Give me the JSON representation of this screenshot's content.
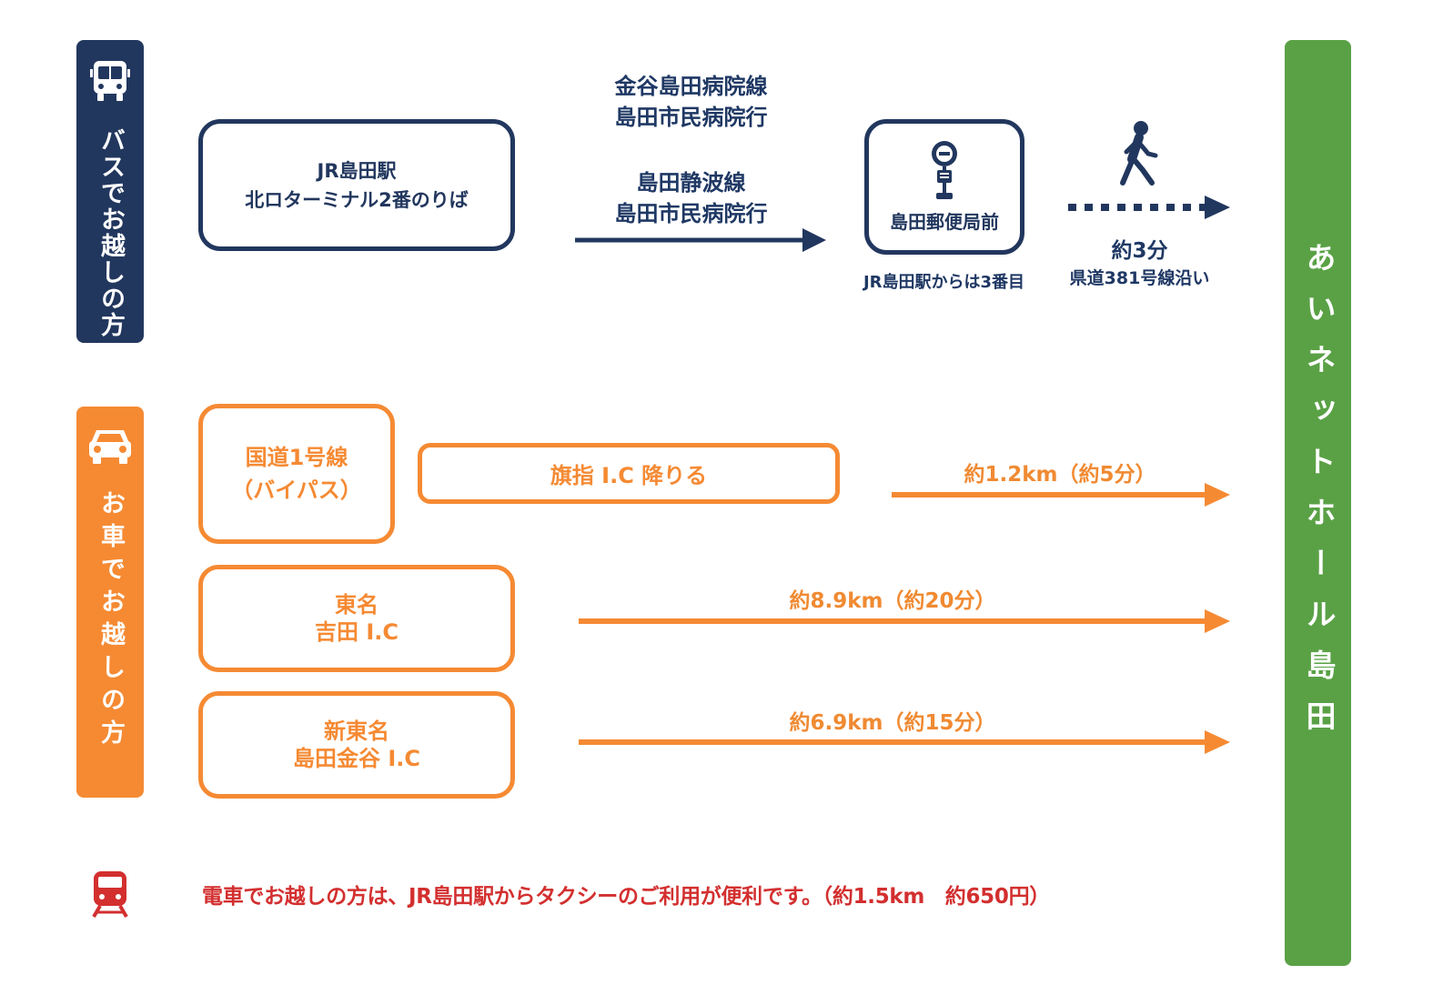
{
  "bus": {
    "tab_label": "バスでお越しの方",
    "origin": {
      "line1": "JR島田駅",
      "line2": "北ロターミナル2番のりば"
    },
    "route1": {
      "line1": "金谷島田病院線",
      "line2": "島田市民病院行"
    },
    "route2": {
      "line1": "島田静波線",
      "line2": "島田市民病院行"
    },
    "stop": {
      "name": "島田郵便局前",
      "note": "JR島田駅からは3番目"
    },
    "walk": {
      "time": "約3分",
      "road": "県道381号線沿い"
    }
  },
  "car": {
    "tab_label": "お車でお越しの方",
    "route_a": {
      "from_line1": "国道1号線",
      "from_line2": "（バイパス）",
      "exit": "旗指 I.C 降りる",
      "distance": "約1.2km（約5分）"
    },
    "route_b": {
      "line1": "東名",
      "line2": "吉田 I.C",
      "distance": "約8.9km（約20分）"
    },
    "route_c": {
      "line1": "新東名",
      "line2": "島田金谷 I.C",
      "distance": "約6.9km（約15分）"
    }
  },
  "train": {
    "note": "電車でお越しの方は、JR島田駅からタクシーのご利用が便利です。（約1.5km　約650円）"
  },
  "destination": {
    "name": "あいネットホール島田"
  },
  "icons": {
    "bus": "bus-icon",
    "car": "car-icon",
    "train": "train-icon",
    "walk": "walking-person-icon",
    "bus_stop": "bus-stop-sign-icon"
  },
  "colors": {
    "navy": "#22375e",
    "orange": "#f58a33",
    "green": "#5aa146",
    "red": "#d32f2f"
  }
}
